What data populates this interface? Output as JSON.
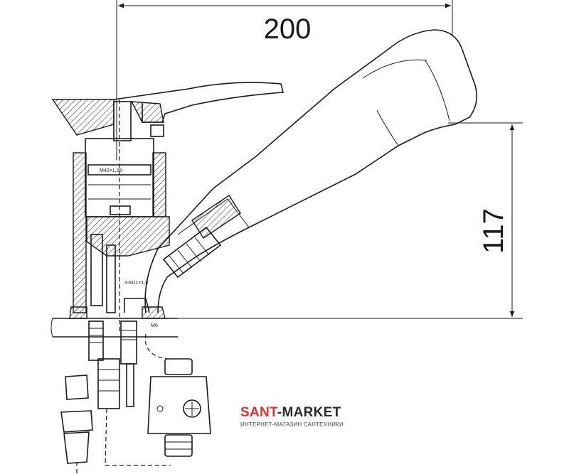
{
  "dimensions": {
    "width_label": "200",
    "height_label": "117"
  },
  "labels": {
    "thread_top": "M42×1,25-",
    "thread_mid": "3-M11×1,5",
    "thread_base": "M6-"
  },
  "watermark": {
    "brand_accent": "SANT",
    "brand_rest": "-MARKET",
    "subtitle": "ИНТЕРНЕТ-МАГАЗИН САНТЕХНИКИ",
    "accent_color": "#e0312a"
  }
}
